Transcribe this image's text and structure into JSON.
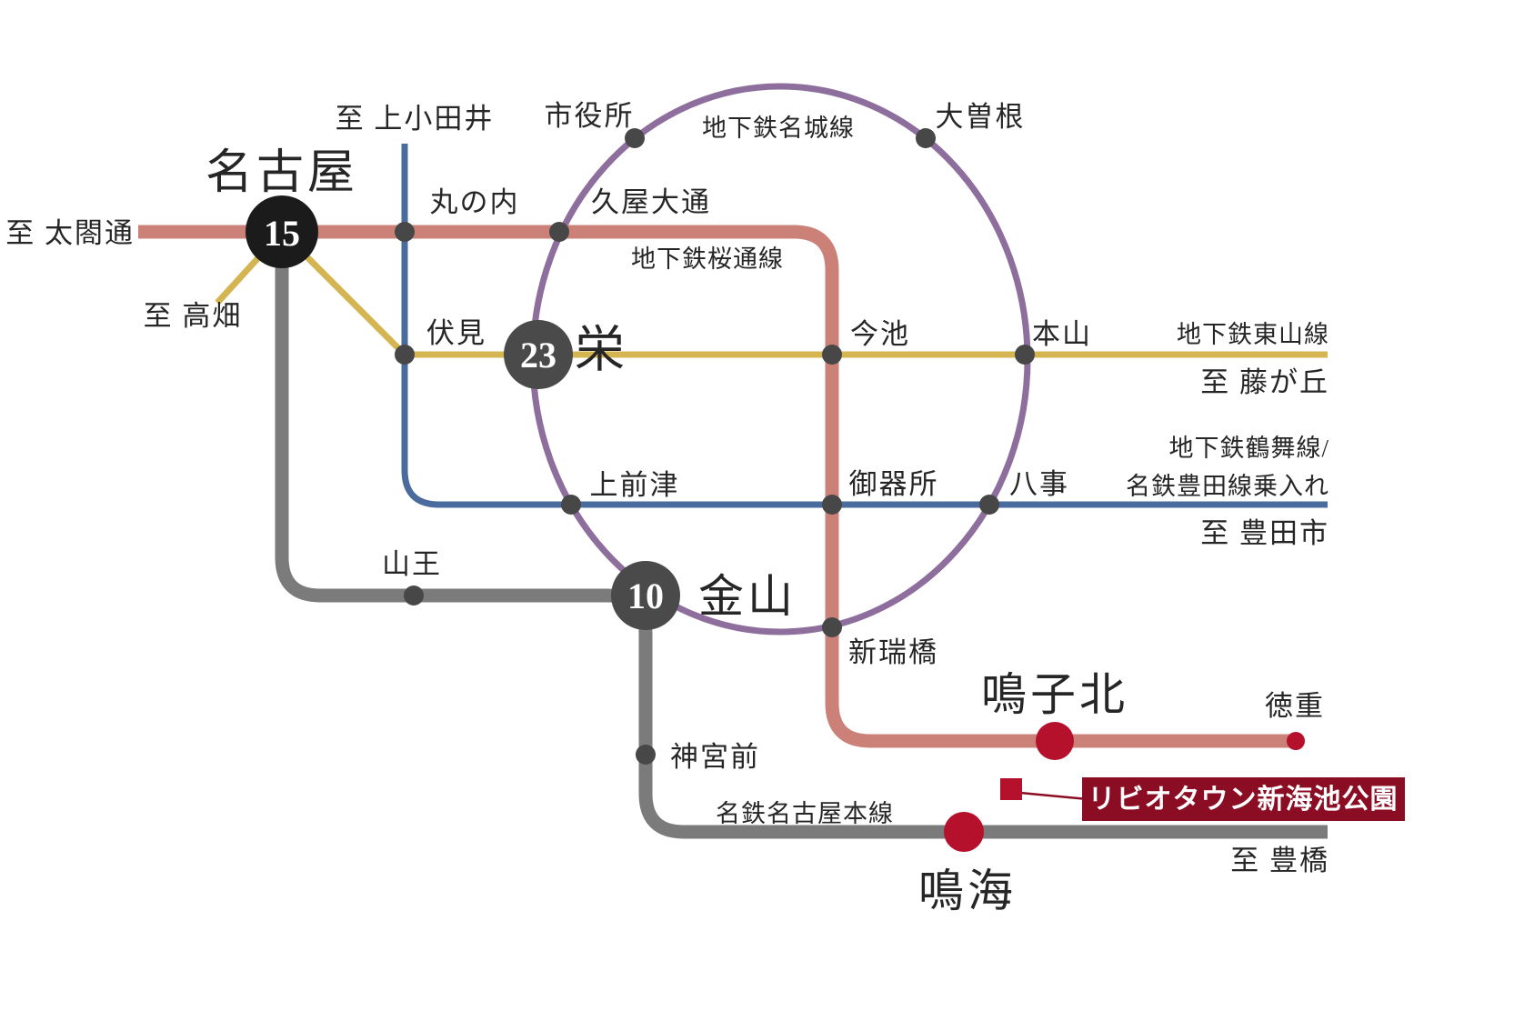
{
  "lines": {
    "meijo": {
      "name": "地下鉄名城線",
      "color": "#8d6e9c"
    },
    "sakuradori": {
      "name": "地下鉄桜通線",
      "color": "#cc8178"
    },
    "higashiyama": {
      "name": "地下鉄東山線",
      "color": "#d5b551"
    },
    "tsurumai": {
      "name_line1": "地下鉄鶴舞線/",
      "name_line2": "名鉄豊田線乗入れ",
      "color": "#4a6b9d"
    },
    "meitetsu": {
      "name": "名鉄名古屋本線",
      "color": "#7b7b7b"
    }
  },
  "stations": {
    "nagoya": {
      "label": "名古屋",
      "minutes": "15"
    },
    "sakae": {
      "label": "栄",
      "minutes": "23"
    },
    "kanayama": {
      "label": "金山",
      "minutes": "10"
    },
    "shiyakusho": {
      "label": "市役所"
    },
    "ozone": {
      "label": "大曽根"
    },
    "marunouchi": {
      "label": "丸の内"
    },
    "hisayaodori": {
      "label": "久屋大通"
    },
    "fushimi": {
      "label": "伏見"
    },
    "imaike": {
      "label": "今池"
    },
    "motoyama": {
      "label": "本山"
    },
    "kamimaezu": {
      "label": "上前津"
    },
    "gokiso": {
      "label": "御器所"
    },
    "yagoto": {
      "label": "八事"
    },
    "sanno": {
      "label": "山王"
    },
    "aratamabashi": {
      "label": "新瑞橋"
    },
    "jingumae": {
      "label": "神宮前"
    },
    "narukokita": {
      "label": "鳴子北"
    },
    "tokushige": {
      "label": "徳重"
    },
    "narumi": {
      "label": "鳴海"
    }
  },
  "directions": {
    "taikodori": "至 太閤通",
    "takabata": "至 高畑",
    "kamiotai": "至 上小田井",
    "fujigaoka": "至 藤が丘",
    "toyotashi": "至 豊田市",
    "toyohashi": "至 豊橋"
  },
  "property": {
    "banner_label": "リビオタウン新海池公園",
    "banner_bg": "#8a0d24",
    "marker_color": "#b5102c"
  },
  "colors": {
    "station_dot": "#474747",
    "nagoya_circle": "#1b1b1b",
    "interchange_circle": "#4a4a4a",
    "red_station": "#b5102c",
    "background": "#ffffff"
  }
}
